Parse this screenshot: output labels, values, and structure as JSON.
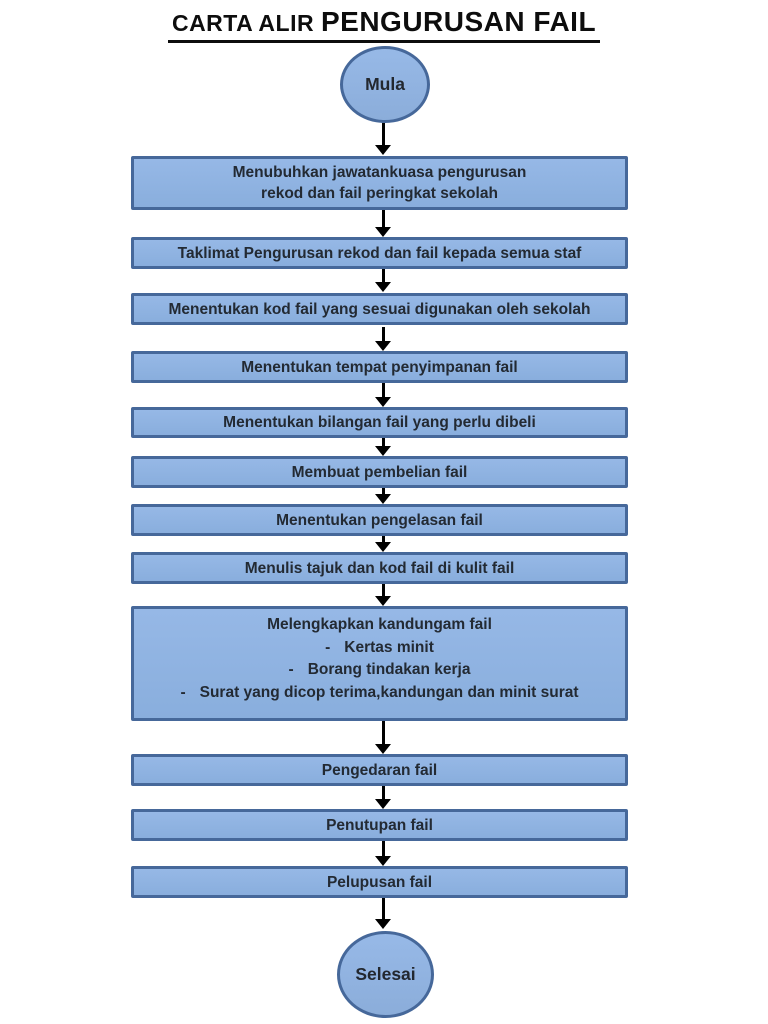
{
  "title": {
    "prefix": "CARTA ALIR ",
    "main": "PENGURUSAN FAIL"
  },
  "start_label": "Mula",
  "end_label": "Selesai",
  "steps": [
    {
      "label": "Menubuhkan jawatankuasa pengurusan\nrekod dan fail peringkat sekolah"
    },
    {
      "label": "Taklimat Pengurusan rekod dan fail kepada semua staf"
    },
    {
      "label": "Menentukan kod fail yang sesuai digunakan oleh sekolah"
    },
    {
      "label": "Menentukan tempat penyimpanan fail"
    },
    {
      "label": "Menentukan bilangan fail yang perlu dibeli"
    },
    {
      "label": "Membuat pembelian fail"
    },
    {
      "label": "Menentukan pengelasan fail"
    },
    {
      "label": "Menulis tajuk dan kod fail di kulit fail"
    },
    {
      "label": "Melengkapkan kandungam fail",
      "bullet": "-",
      "items": [
        "Kertas minit",
        "Borang tindakan kerja",
        "Surat yang dicop terima,kandungan dan minit surat"
      ]
    },
    {
      "label": "Pengedaran fail"
    },
    {
      "label": "Penutupan fail"
    },
    {
      "label": "Pelupusan fail"
    }
  ],
  "colors": {
    "shape_fill": "#8fb3e2",
    "shape_border": "#46689a",
    "arrow": "#000000",
    "text": "#232a33"
  }
}
